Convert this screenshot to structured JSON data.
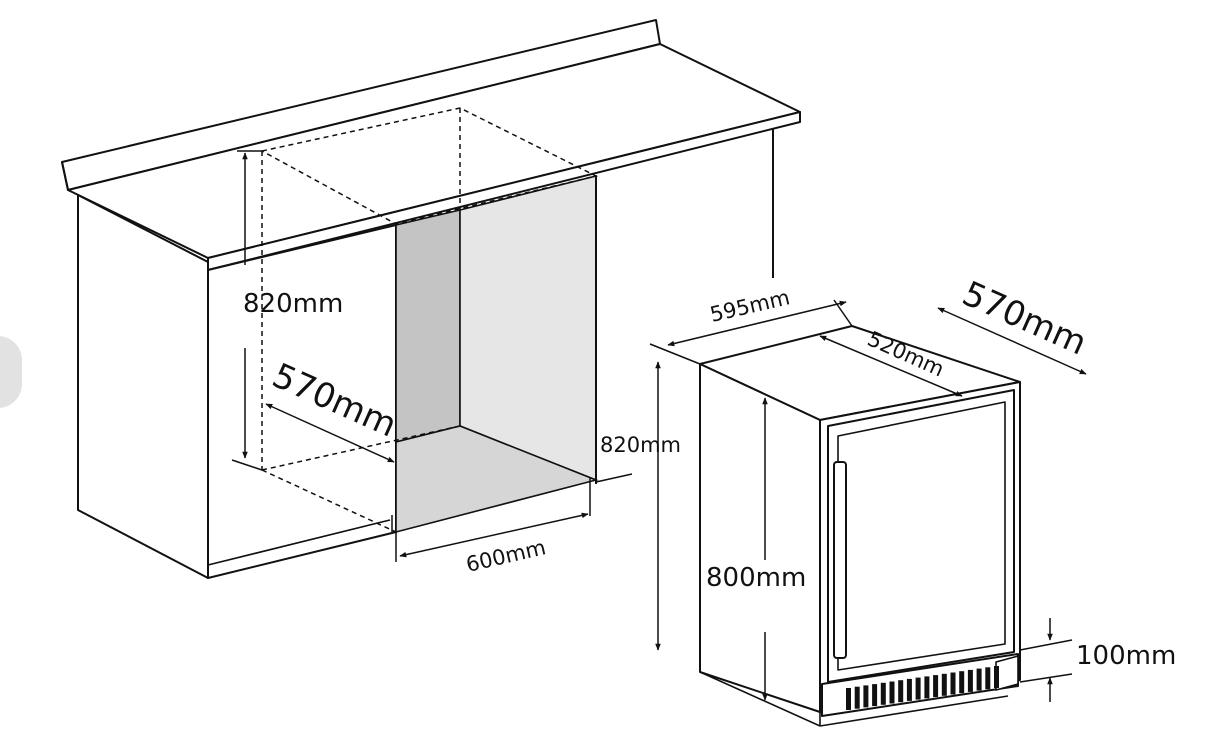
{
  "cutout": {
    "height_label": "820mm",
    "depth_label": "570mm",
    "width_label": "600mm",
    "counter_height_label": "820mm"
  },
  "appliance": {
    "width_label": "595mm",
    "depth_label": "570mm",
    "body_depth_label": "520mm",
    "height_label": "800mm",
    "plinth_label": "100mm"
  },
  "colors": {
    "line": "#111111",
    "side_panel": "#c4c4c4",
    "back_panel": "#e6e6e6",
    "floor_panel": "#d6d6d6",
    "edge_button": "#e2e2e2"
  }
}
